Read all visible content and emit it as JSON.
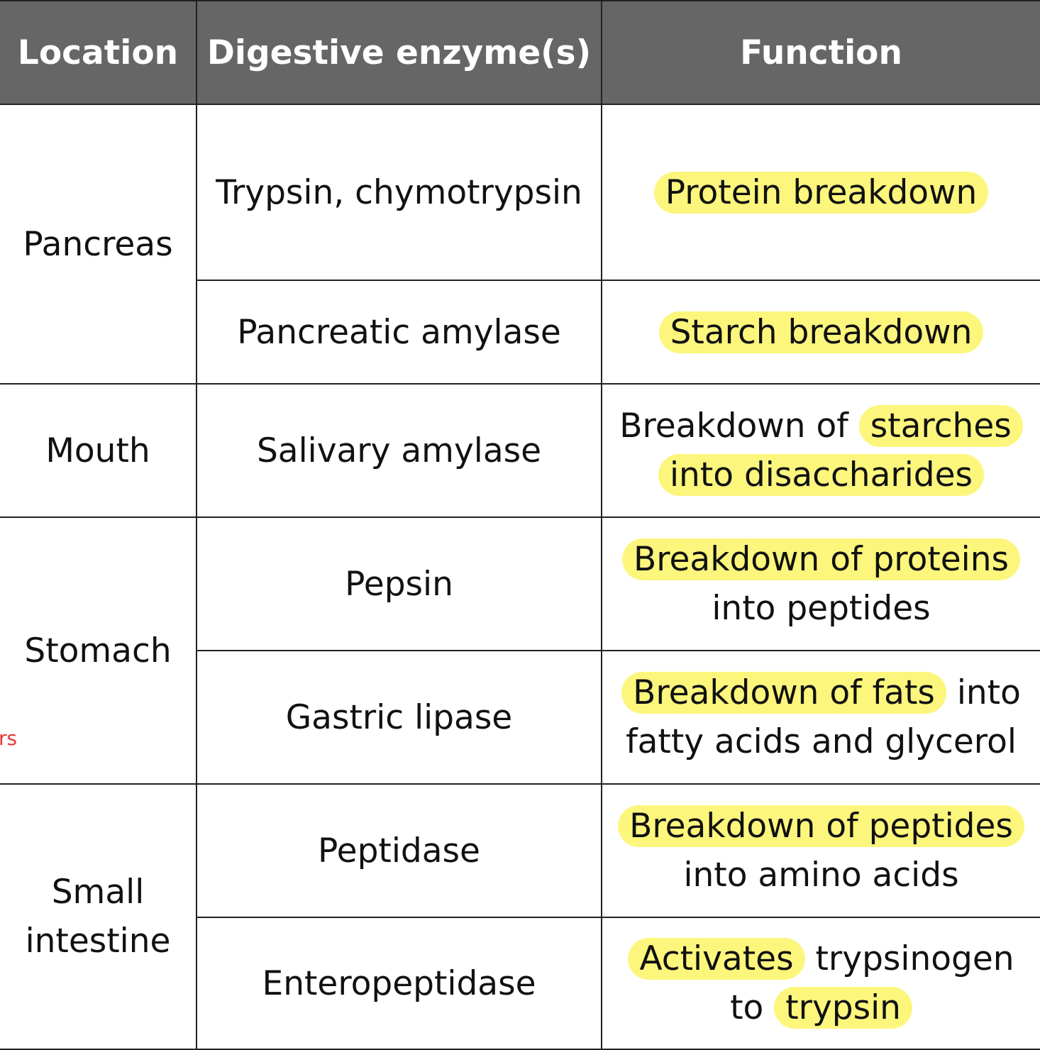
{
  "headers": [
    "Location",
    "Digestive enzyme(s)",
    "Function"
  ],
  "rows": [
    {
      "location": "Pancreas",
      "enzyme": "Trypsin, chymotrypsin",
      "function": {
        "highlight": "Protein breakdown",
        "rest": ""
      }
    },
    {
      "location": "",
      "enzyme": "Pancreatic amylase",
      "function": {
        "highlight": "Starch breakdown",
        "rest": ""
      }
    },
    {
      "location": "Mouth",
      "enzyme": "Salivary amylase",
      "function": {
        "prefix": "Breakdown of ",
        "highlight": "starches into disaccharides",
        "rest": ""
      }
    },
    {
      "location": "Stomach",
      "enzyme": "Pepsin",
      "function": {
        "highlight": "Breakdown of proteins",
        "rest": "into peptides"
      }
    },
    {
      "location": "",
      "enzyme": "Gastric lipase",
      "function": {
        "highlight": "Breakdown of fats",
        "rest": " into fatty acids and glycerol"
      }
    },
    {
      "location": "Small intestine",
      "enzyme": "Peptidase",
      "function": {
        "highlight": "Breakdown of peptides",
        "rest": "into amino acids"
      }
    },
    {
      "location": "",
      "enzyme": "Enteropeptidase",
      "function": {
        "highlight_a": "Activates",
        "middle": " trypsinogen to ",
        "highlight_b": "trypsin"
      }
    }
  ],
  "stray_text": "rs",
  "colors": {
    "header_bg": "#666666",
    "highlight": "#fcf67d",
    "border": "#222222",
    "stray": "#e53935"
  }
}
